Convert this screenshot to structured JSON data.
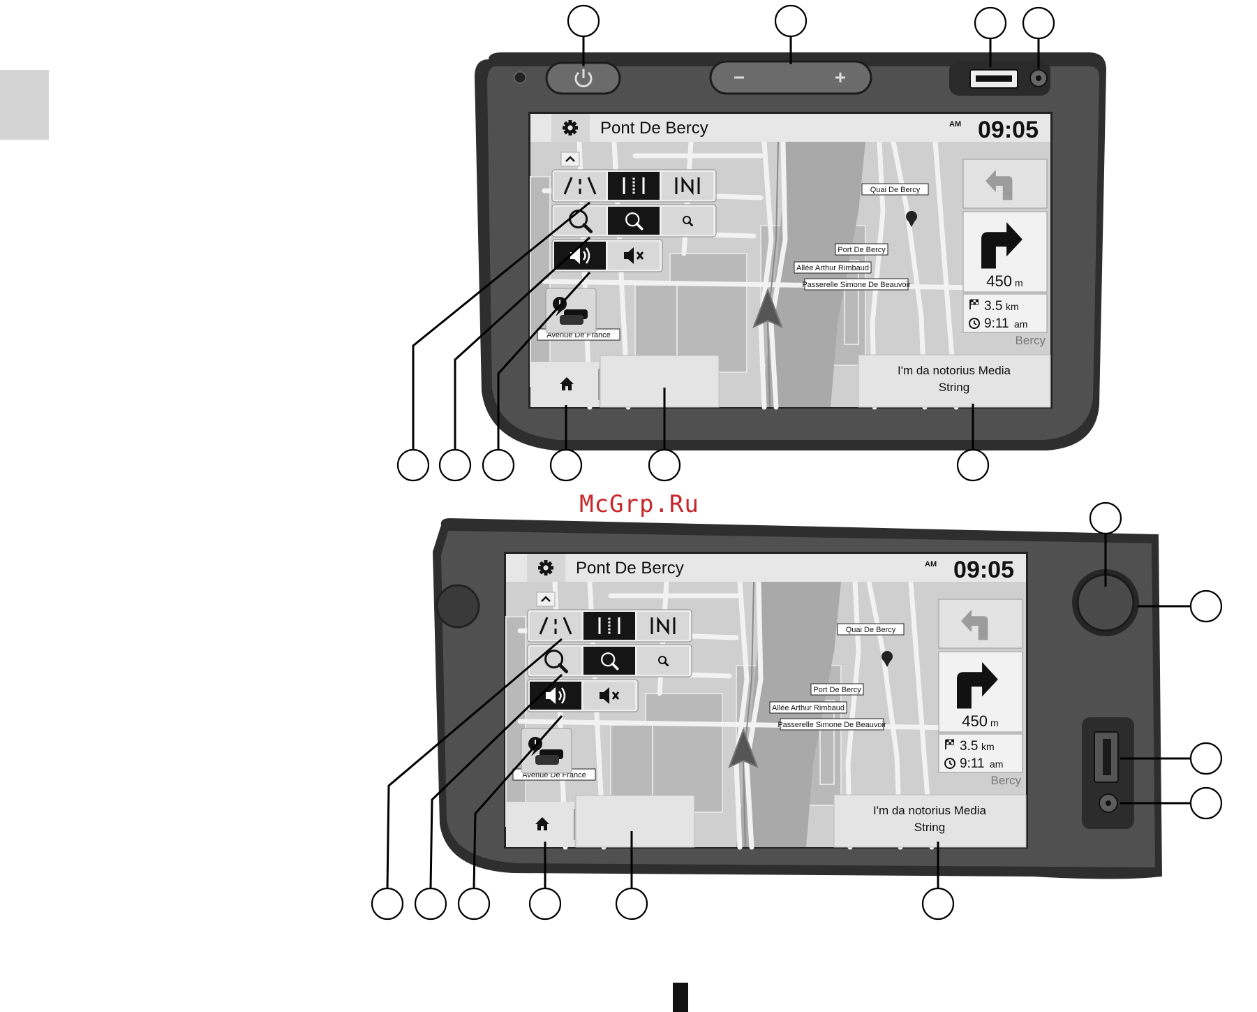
{
  "watermark": "McGrp.Ru",
  "colors": {
    "bezel": "#505050",
    "bezel_dark": "#2e2e2e",
    "screen_bg": "#cfcfcf",
    "map_road": "#f2f2f2",
    "bar": "#e7e7e7",
    "button_active": "#151515",
    "button_idle": "#d8d8d8",
    "callout": "#000000",
    "watermark": "#c8262b"
  },
  "screen": {
    "title": "Pont De Bercy",
    "clock_period": "AM",
    "clock": "09:05",
    "icons": {
      "settings": "gear-icon",
      "collapse": "chevron-up-icon",
      "home": "home-icon",
      "traffic": "traffic-info-icon",
      "next_turn": "turn-right-icon",
      "prev_turn": "turn-left-icon",
      "position": "vehicle-position-icon",
      "poi": "poi-pin-icon",
      "flag": "flag-icon",
      "clock": "clock-icon"
    },
    "view_buttons": [
      {
        "icon": "perspective-view-icon",
        "active": false
      },
      {
        "icon": "2d-view-icon",
        "active": true
      },
      {
        "icon": "north-up-icon",
        "active": false
      }
    ],
    "zoom_buttons": [
      {
        "icon": "zoom-large-icon",
        "active": false
      },
      {
        "icon": "zoom-medium-icon",
        "active": true
      },
      {
        "icon": "zoom-small-icon",
        "active": false
      }
    ],
    "sound_buttons": [
      {
        "icon": "speaker-on-icon",
        "active": true
      },
      {
        "icon": "speaker-mute-icon",
        "active": false
      }
    ],
    "map_labels": [
      "Quai De Bercy",
      "Port De Bercy",
      "Allée Arthur Rimbaud",
      "Passerelle Simone De Beauvoir",
      "Avenue De France"
    ],
    "next_turn_distance": "450",
    "next_turn_unit": "m",
    "remaining_distance": "3.5",
    "remaining_unit": "km",
    "arrival_time": "9:11",
    "arrival_period": "am",
    "area": "Bercy",
    "media_line1": "I'm da notorius Media",
    "media_line2": "String"
  },
  "unit_top": {
    "icons": {
      "power": "power-icon",
      "volume_minus": "minus-icon",
      "volume_plus": "plus-icon",
      "usb": "usb-port-icon",
      "jack": "jack-port-icon",
      "sensor": "sensor-icon"
    }
  },
  "unit_bottom": {
    "icons": {
      "knob": "rotary-knob-icon",
      "usb": "usb-port-icon",
      "jack": "jack-port-icon"
    }
  }
}
